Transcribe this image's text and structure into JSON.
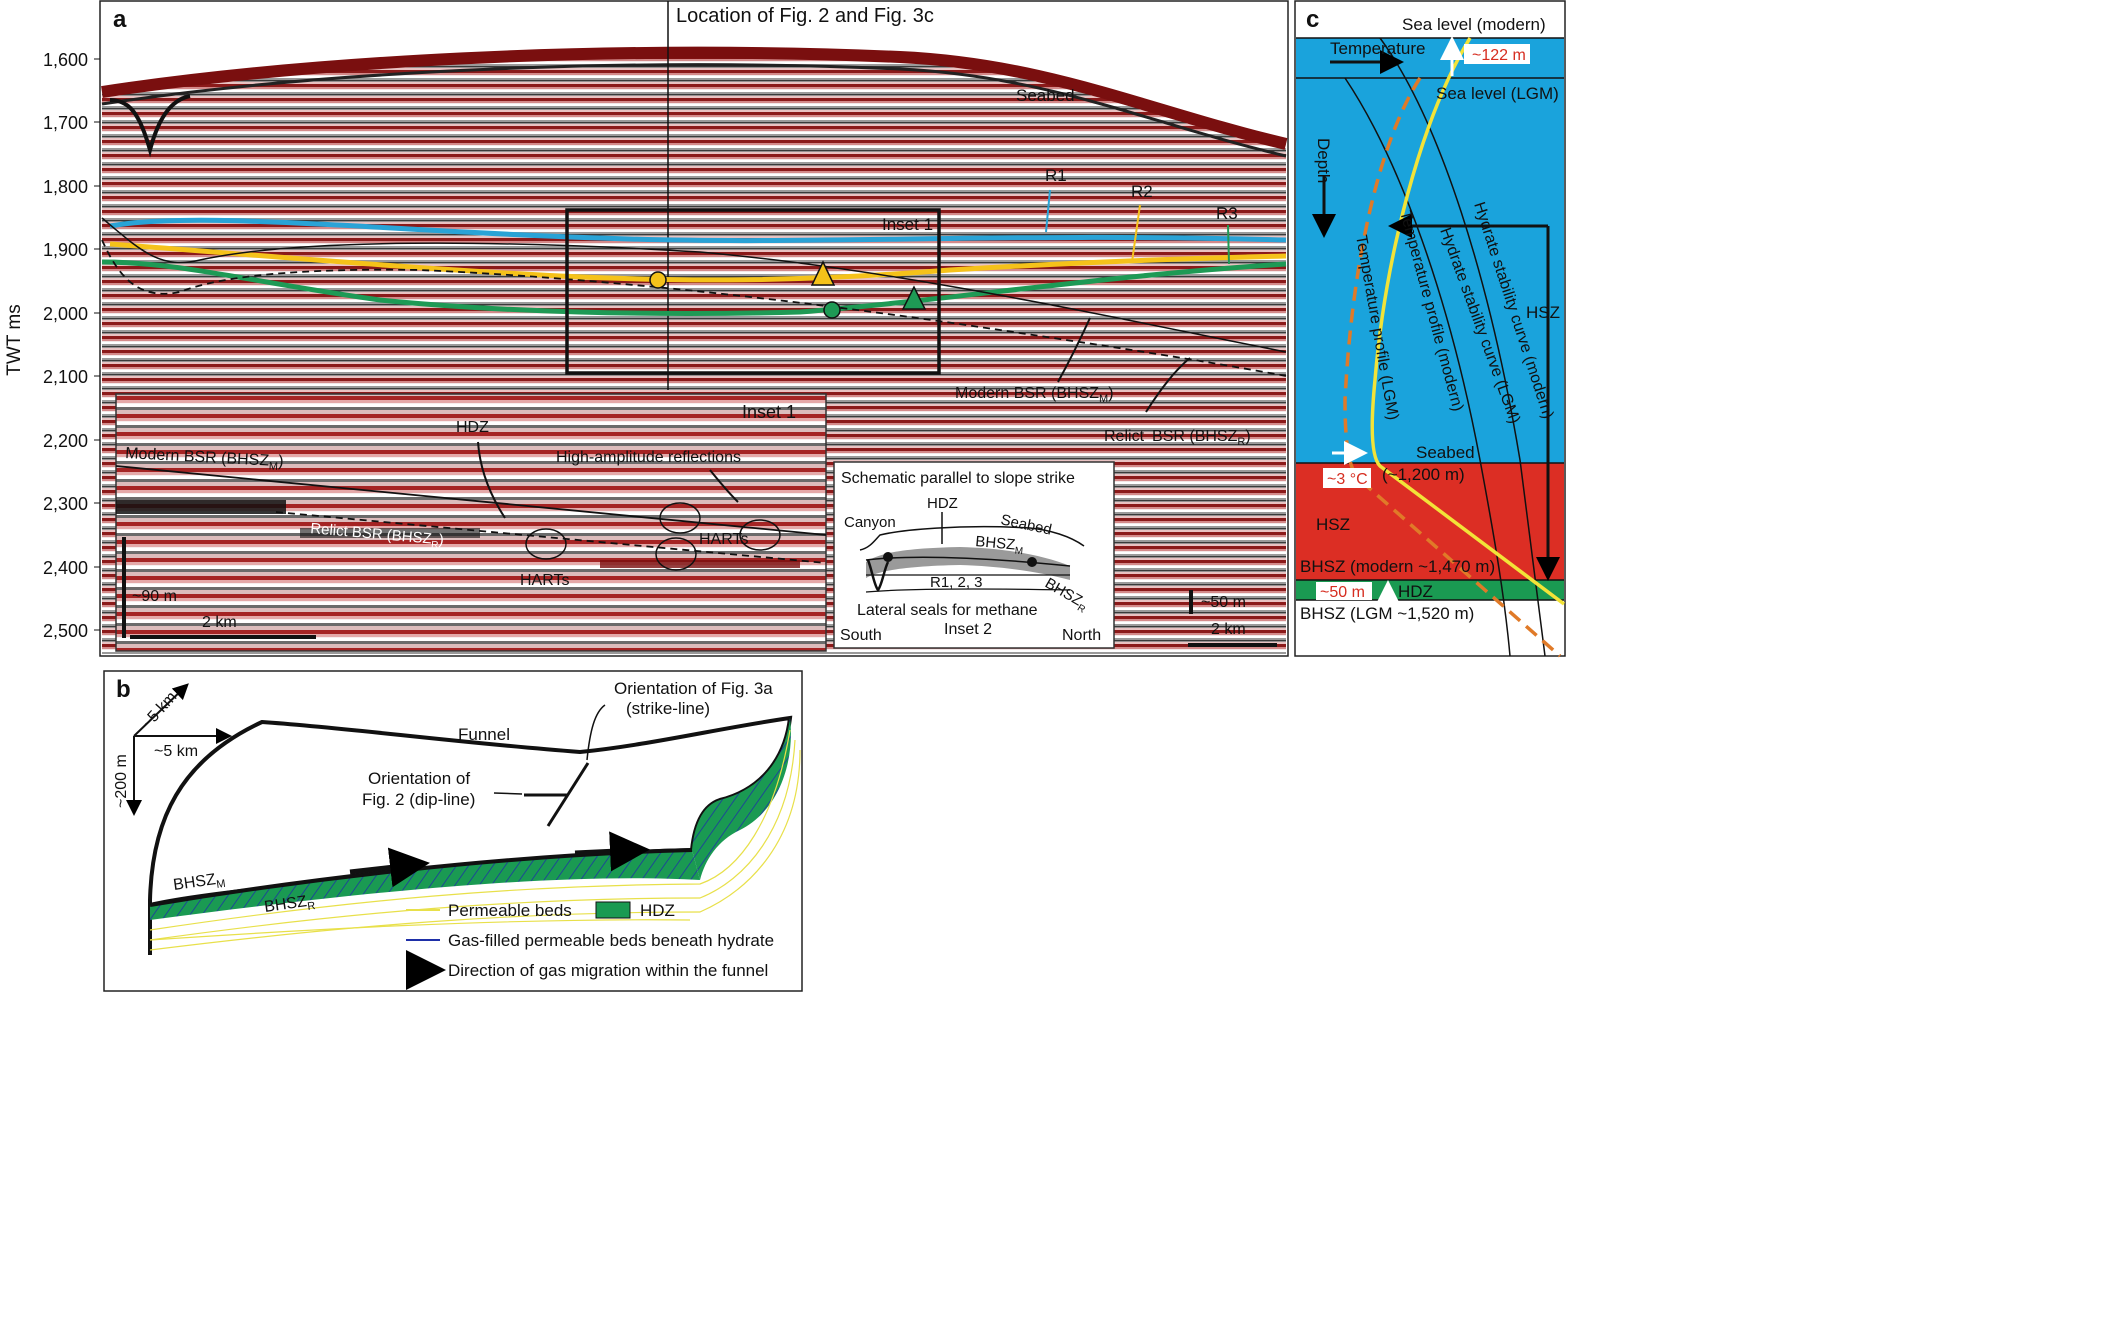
{
  "panel_a": {
    "letter": "a",
    "y_axis_label": "TWT ms",
    "y_ticks": [
      "1,600",
      "1,700",
      "1,800",
      "1,900",
      "2,000",
      "2,100",
      "2,200",
      "2,300",
      "2,400",
      "2,500"
    ],
    "location_label": "Location of Fig. 2 and Fig. 3c",
    "seabed": "Seabed",
    "horizons": [
      {
        "name": "R1",
        "color": "#29a3d6"
      },
      {
        "name": "R2",
        "color": "#f5c21a"
      },
      {
        "name": "R3",
        "color": "#1e9a55"
      }
    ],
    "inset1_box_label": "Inset 1",
    "modern_bsr": "Modern BSR (BHSZ",
    "modern_bsr_sub": "M",
    "modern_bsr_close": ")",
    "relict_bsr_pre": "Relict",
    "relict_bsr": "BSR (BHSZ",
    "relict_bsr_sub": "R",
    "relict_bsr_close": ")",
    "scale_right_v": "~50 m",
    "scale_right_h": "2 km",
    "inset1": {
      "title": "Inset 1",
      "modern_bsr": "Modern BSR (BHSZ",
      "modern_bsr_sub": "M",
      "modern_bsr_close": ")",
      "hdz": "HDZ",
      "high_amp": "High-amplitude reflections",
      "relict_bsr": "Relict BSR (BHSZ",
      "relict_bsr_sub": "R",
      "relict_bsr_close": ")",
      "harts_1": "HARTs",
      "harts_2": "HARTs",
      "scale_v": "~90 m",
      "scale_h": "2 km"
    },
    "schematic": {
      "title": "Schematic parallel to slope strike",
      "hdz": "HDZ",
      "canyon": "Canyon",
      "seabed": "Seabed",
      "bhszm": "BHSZ",
      "bhszm_sub": "M",
      "beds": "R1, 2, 3",
      "bhszr": "BHSZ",
      "bhszr_sub": "R",
      "lateral": "Lateral seals for methane",
      "south": "South",
      "inset2": "Inset 2",
      "north": "North"
    }
  },
  "panel_b": {
    "letter": "b",
    "axis_x": "~5 km",
    "axis_y": "~5 km",
    "axis_z": "~200 m",
    "funnel": "Funnel",
    "fig3a_line1": "Orientation of Fig. 3a",
    "fig3a_line2": "(strike-line)",
    "fig2_line1": "Orientation of",
    "fig2_line2": "Fig. 2 (dip-line)",
    "bhszm": "BHSZ",
    "bhszm_sub": "M",
    "bhszr": "BHSZ",
    "bhszr_sub": "R",
    "legend": [
      {
        "label": "Permeable beds",
        "color": "#e8e04a"
      },
      {
        "label": "HDZ",
        "color": "#1a9a52"
      },
      {
        "label": "Gas-filled permeable beds beneath hydrate",
        "color": "#1e2fa8"
      },
      {
        "label": "Direction of gas migration within the funnel",
        "color": "#000000"
      }
    ]
  },
  "panel_c": {
    "letter": "c",
    "sea_level_modern": "Sea level (modern)",
    "temperature": "Temperature",
    "delta_sea": "~122 m",
    "sea_level_lgm": "Sea level (LGM)",
    "depth": "Depth",
    "temp_profile_lgm": "Temperature profile (LGM)",
    "temp_profile_modern": "Temperature profile (modern)",
    "hyd_curve_lgm": "Hydrate stability curve (LGM)",
    "hyd_curve_modern": "Hydrate stability curve (modern)",
    "hsz_right": "HSZ",
    "seabed": "Seabed",
    "seabed_depth": "(~1,200 m)",
    "delta_temp": "~3 °C",
    "hsz": "HSZ",
    "bhsz_modern": "BHSZ (modern ~1,470 m)",
    "delta_bhsz": "~50 m",
    "hdz": "HDZ",
    "bhsz_lgm": "BHSZ (LGM ~1,520 m)",
    "colors": {
      "water": "#1aa3dc",
      "sediment_hsz": "#dc2e24",
      "hdz": "#1a9a52",
      "lgm_temp": "#e07a28",
      "modern_temp": "#f2e338"
    }
  }
}
